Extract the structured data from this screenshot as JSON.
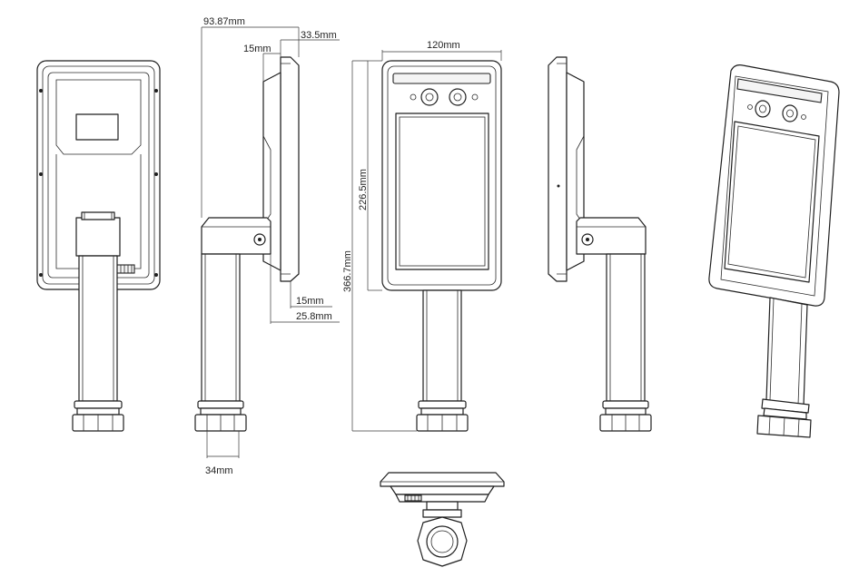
{
  "dimensions": {
    "side_depth_total": "93.87mm",
    "side_panel_depth": "33.5mm",
    "side_top_offset": "15mm",
    "side_bottom_offset": "15mm",
    "side_bottom_depth": "25.8mm",
    "front_width": "120mm",
    "front_panel_height": "226.5mm",
    "total_height": "366.7mm",
    "pipe_diameter": "34mm"
  },
  "colors": {
    "line": "#1f1f1f",
    "background": "#ffffff"
  }
}
